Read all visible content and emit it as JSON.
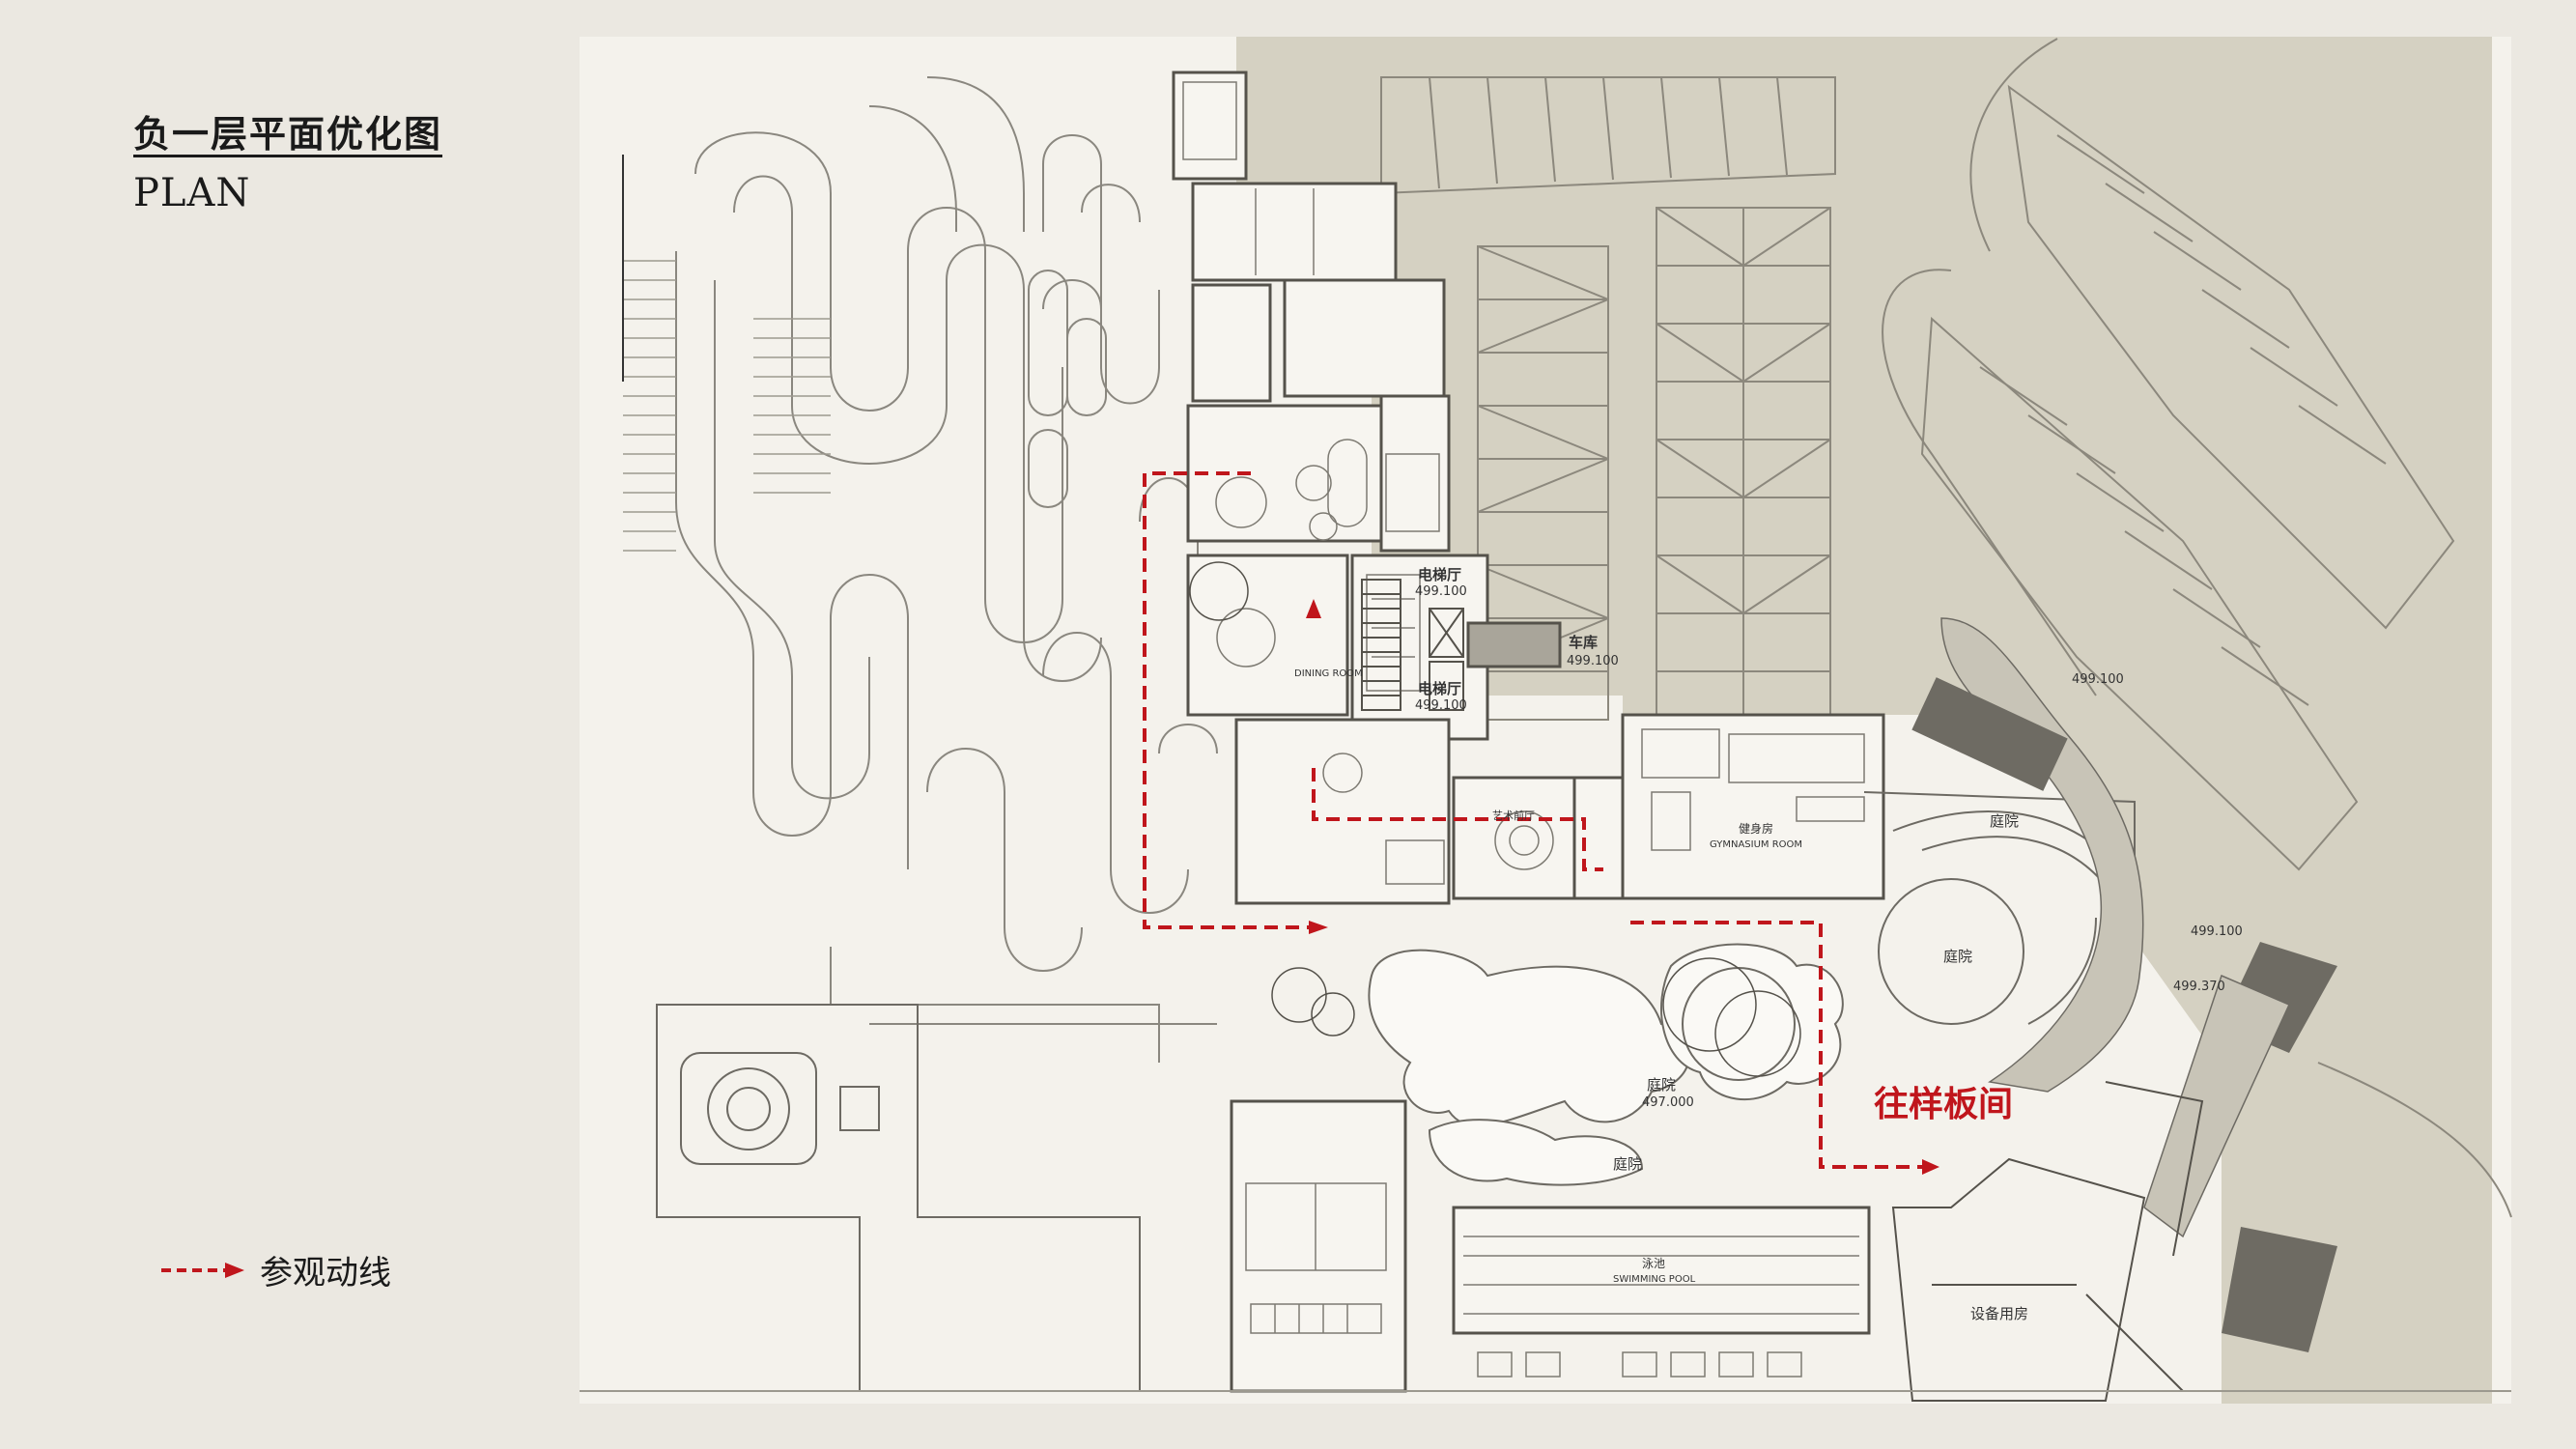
{
  "title": {
    "cn": "负一层平面优化图",
    "en": "PLAN"
  },
  "legend": {
    "label": "参观动线",
    "color": "#c0161c"
  },
  "annotations": {
    "showroom_label": "往样板间"
  },
  "rooms": {
    "elevator_hall_1": "电梯厅",
    "elevator_hall_1_elev": "499.100",
    "elevator_hall_2": "电梯厅",
    "elevator_hall_2_elev": "499.100",
    "garage": "车库",
    "garage_elev": "499.100",
    "garage_ramp_elev": "499.100",
    "courtyard_main": "庭院",
    "courtyard_main_elev": "497.000",
    "courtyard_lower": "庭院",
    "courtyard_east": "庭院",
    "courtyard_round": "庭院",
    "gym": "健身房",
    "gym_en": "GYMNASIUM ROOM",
    "pool": "泳池",
    "pool_en": "SWIMMING POOL",
    "equipment": "设备用房",
    "east_elev_1": "499.100",
    "east_elev_2": "499.370",
    "art_hall": "艺术前厅",
    "dining": "DINING ROOM"
  },
  "colors": {
    "route": "#c0161c",
    "sheet": "#f4f2ec",
    "garage_fill": "#d5d1c2",
    "line": "#6d6a63"
  }
}
